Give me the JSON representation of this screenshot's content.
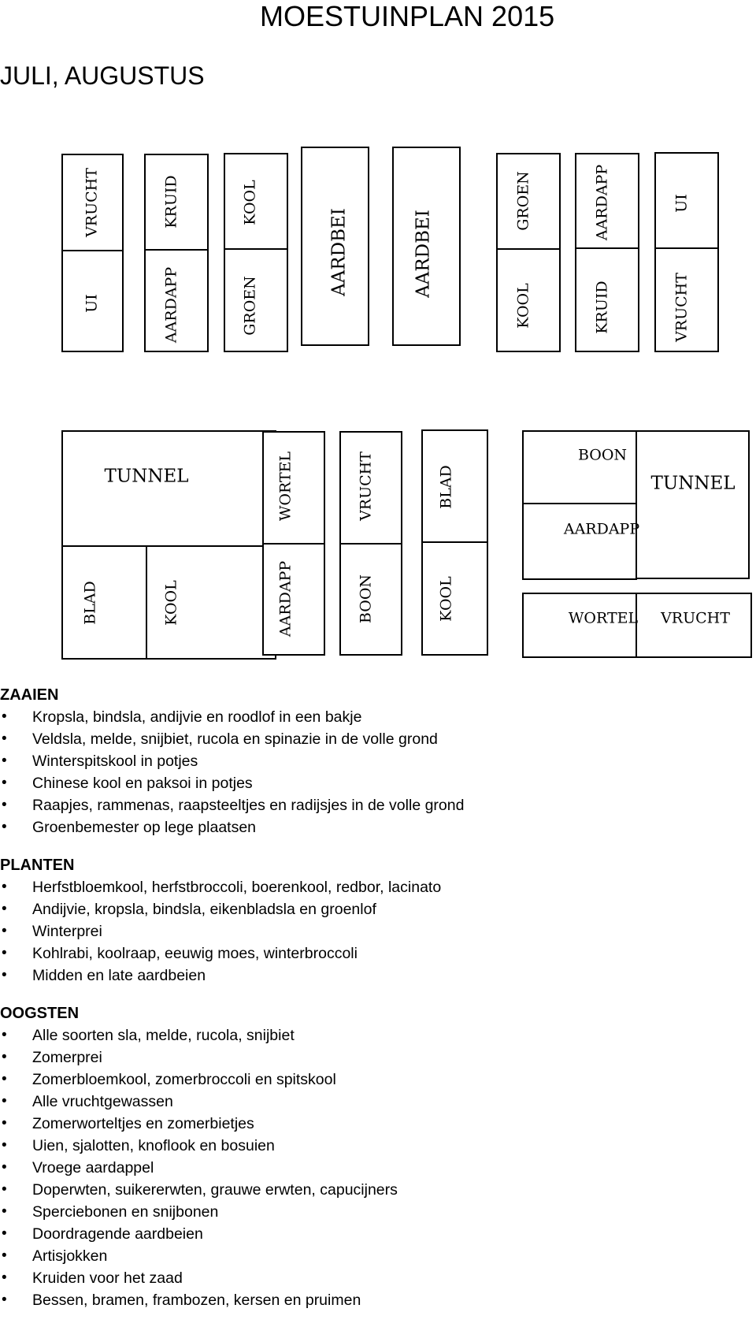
{
  "header": {
    "title": "MOESTUINPLAN 2015",
    "period": "JULI, AUGUSTUS"
  },
  "beds_top": [
    {
      "top": "VRUCHT",
      "bottom": "UI"
    },
    {
      "top": "KRUID",
      "bottom": "AARDAPP"
    },
    {
      "top": "KOOL",
      "bottom": "GROEN"
    },
    {
      "single": "AARDBEI"
    },
    {
      "single": "AARDBEI"
    },
    {
      "top": "GROEN",
      "bottom": "KOOL"
    },
    {
      "top": "AARDAPP",
      "bottom": "KRUID"
    },
    {
      "top": "UI",
      "bottom": "VRUCHT"
    }
  ],
  "beds_bottom": {
    "left_tunnel": "TUNNEL",
    "left_bottom": [
      "BLAD",
      "KOOL"
    ],
    "middle_top": [
      "WORTEL",
      "VRUCHT",
      "BLAD"
    ],
    "middle_bottom": [
      "AARDAPP",
      "BOON",
      "KOOL"
    ],
    "right_top_1": "BOON",
    "right_top_2": "AARDAPP",
    "right_tunnel": "TUNNEL",
    "right_bottom": [
      "WORTEL",
      "VRUCHT"
    ]
  },
  "sections": [
    {
      "title": "ZAAIEN",
      "items": [
        "Kropsla, bindsla, andijvie en roodlof in een bakje",
        "Veldsla, melde, snijbiet, rucola en spinazie in de volle grond",
        "Winterspitskool in potjes",
        "Chinese kool en paksoi in potjes",
        "Raapjes, rammenas, raapsteeltjes en radijsjes in de volle grond",
        "Groenbemester op lege plaatsen"
      ]
    },
    {
      "title": "PLANTEN",
      "items": [
        "Herfstbloemkool, herfstbroccoli, boerenkool, redbor, lacinato",
        "Andijvie, kropsla, bindsla, eikenbladsla en groenlof",
        "Winterprei",
        "Kohlrabi, koolraap, eeuwig moes, winterbroccoli",
        "Midden en late aardbeien"
      ]
    },
    {
      "title": "OOGSTEN",
      "items": [
        "Alle soorten sla, melde, rucola, snijbiet",
        "Zomerprei",
        "Zomerbloemkool, zomerbroccoli en spitskool",
        "Alle vruchtgewassen",
        "Zomerworteltjes en zomerbietjes",
        "Uien, sjalotten, knoflook en bosuien",
        "Vroege aardappel",
        "Doperwten, suikererwten, grauwe erwten, capucijners",
        "Sperciebonen en snijbonen",
        "Doordragende aardbeien",
        "Artisjokken",
        "Kruiden voor het zaad",
        "Bessen, bramen, frambozen, kersen en pruimen"
      ]
    }
  ]
}
